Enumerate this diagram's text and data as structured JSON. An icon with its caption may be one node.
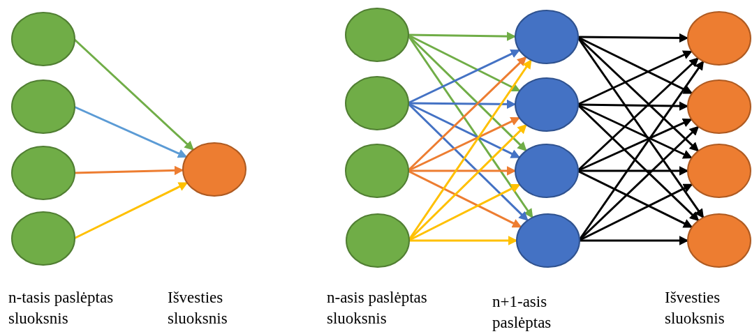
{
  "diagram": {
    "nodes": [
      {
        "text": [],
        "shape": "ellipse"
      },
      {
        "text": [],
        "shape": "ellipse"
      },
      {
        "text": [],
        "shape": "ellipse"
      },
      {
        "text": [],
        "shape": "ellipse"
      },
      {
        "text": [],
        "shape": "ellipse"
      },
      {
        "text": [],
        "shape": "ellipse"
      },
      {
        "text": [],
        "shape": "ellipse"
      },
      {
        "text": [],
        "shape": "ellipse"
      },
      {
        "text": [],
        "shape": "ellipse"
      },
      {
        "text": [],
        "shape": "ellipse"
      },
      {
        "text": [],
        "shape": "ellipse"
      },
      {
        "text": [],
        "shape": "ellipse"
      },
      {
        "text": [],
        "shape": "ellipse"
      },
      {
        "text": [],
        "shape": "ellipse"
      },
      {
        "text": [],
        "shape": "ellipse"
      },
      {
        "text": [],
        "shape": "ellipse"
      },
      {
        "text": [],
        "shape": "ellipse"
      }
    ],
    "edges": [
      {
        "from": 0,
        "to": 4,
        "arrow": "to",
        "color": "#70ad47"
      },
      {
        "from": 1,
        "to": 4,
        "arrow": "to",
        "color": "#5b9bd5"
      },
      {
        "from": 2,
        "to": 4,
        "arrow": "to",
        "color": "#ed7d31"
      },
      {
        "from": 3,
        "to": 4,
        "arrow": "to",
        "color": "#ffc000"
      },
      {
        "from": 5,
        "to": 9,
        "arrow": "to",
        "color": "#70ad47"
      },
      {
        "from": 5,
        "to": 10,
        "arrow": "to",
        "color": "#70ad47"
      },
      {
        "from": 5,
        "to": 11,
        "arrow": "to",
        "color": "#70ad47"
      },
      {
        "from": 5,
        "to": 12,
        "arrow": "to",
        "color": "#70ad47"
      },
      {
        "from": 6,
        "to": 9,
        "arrow": "to",
        "color": "#4472c4"
      },
      {
        "from": 6,
        "to": 10,
        "arrow": "to",
        "color": "#4472c4"
      },
      {
        "from": 6,
        "to": 11,
        "arrow": "to",
        "color": "#4472c4"
      },
      {
        "from": 6,
        "to": 12,
        "arrow": "to",
        "color": "#4472c4"
      },
      {
        "from": 7,
        "to": 9,
        "arrow": "to",
        "color": "#ed7d31"
      },
      {
        "from": 7,
        "to": 10,
        "arrow": "to",
        "color": "#ed7d31"
      },
      {
        "from": 7,
        "to": 11,
        "arrow": "to",
        "color": "#ed7d31"
      },
      {
        "from": 7,
        "to": 12,
        "arrow": "to",
        "color": "#ed7d31"
      },
      {
        "from": 8,
        "to": 9,
        "arrow": "to",
        "color": "#ffc000"
      },
      {
        "from": 8,
        "to": 10,
        "arrow": "to",
        "color": "#ffc000"
      },
      {
        "from": 8,
        "to": 11,
        "arrow": "to",
        "color": "#ffc000"
      },
      {
        "from": 8,
        "to": 12,
        "arrow": "to",
        "color": "#ffc000"
      },
      {
        "from": 9,
        "to": 13,
        "arrow": "to"
      },
      {
        "from": 9,
        "to": 14,
        "arrow": "to"
      },
      {
        "from": 9,
        "to": 15,
        "arrow": "to"
      },
      {
        "from": 9,
        "to": 16,
        "arrow": "to"
      },
      {
        "from": 10,
        "to": 13,
        "arrow": "to"
      },
      {
        "from": 10,
        "to": 14,
        "arrow": "to"
      },
      {
        "from": 10,
        "to": 15,
        "arrow": "to"
      },
      {
        "from": 10,
        "to": 16,
        "arrow": "to"
      },
      {
        "from": 11,
        "to": 13,
        "arrow": "to"
      },
      {
        "from": 11,
        "to": 14,
        "arrow": "to"
      },
      {
        "from": 11,
        "to": 15,
        "arrow": "to"
      },
      {
        "from": 11,
        "to": 16,
        "arrow": "to"
      },
      {
        "from": 12,
        "to": 13,
        "arrow": "to"
      },
      {
        "from": 12,
        "to": 14,
        "arrow": "to"
      },
      {
        "from": 12,
        "to": 15,
        "arrow": "to"
      },
      {
        "from": 12,
        "to": 16,
        "arrow": "to"
      }
    ],
    "labels": [
      "n-tasis paslėptas sluoksnis",
      "Išvesties sluoksnis",
      "n-asis paslėptas sluoksnis",
      "n+1-asis paslėptas",
      "Išvesties sluoksnis"
    ]
  }
}
